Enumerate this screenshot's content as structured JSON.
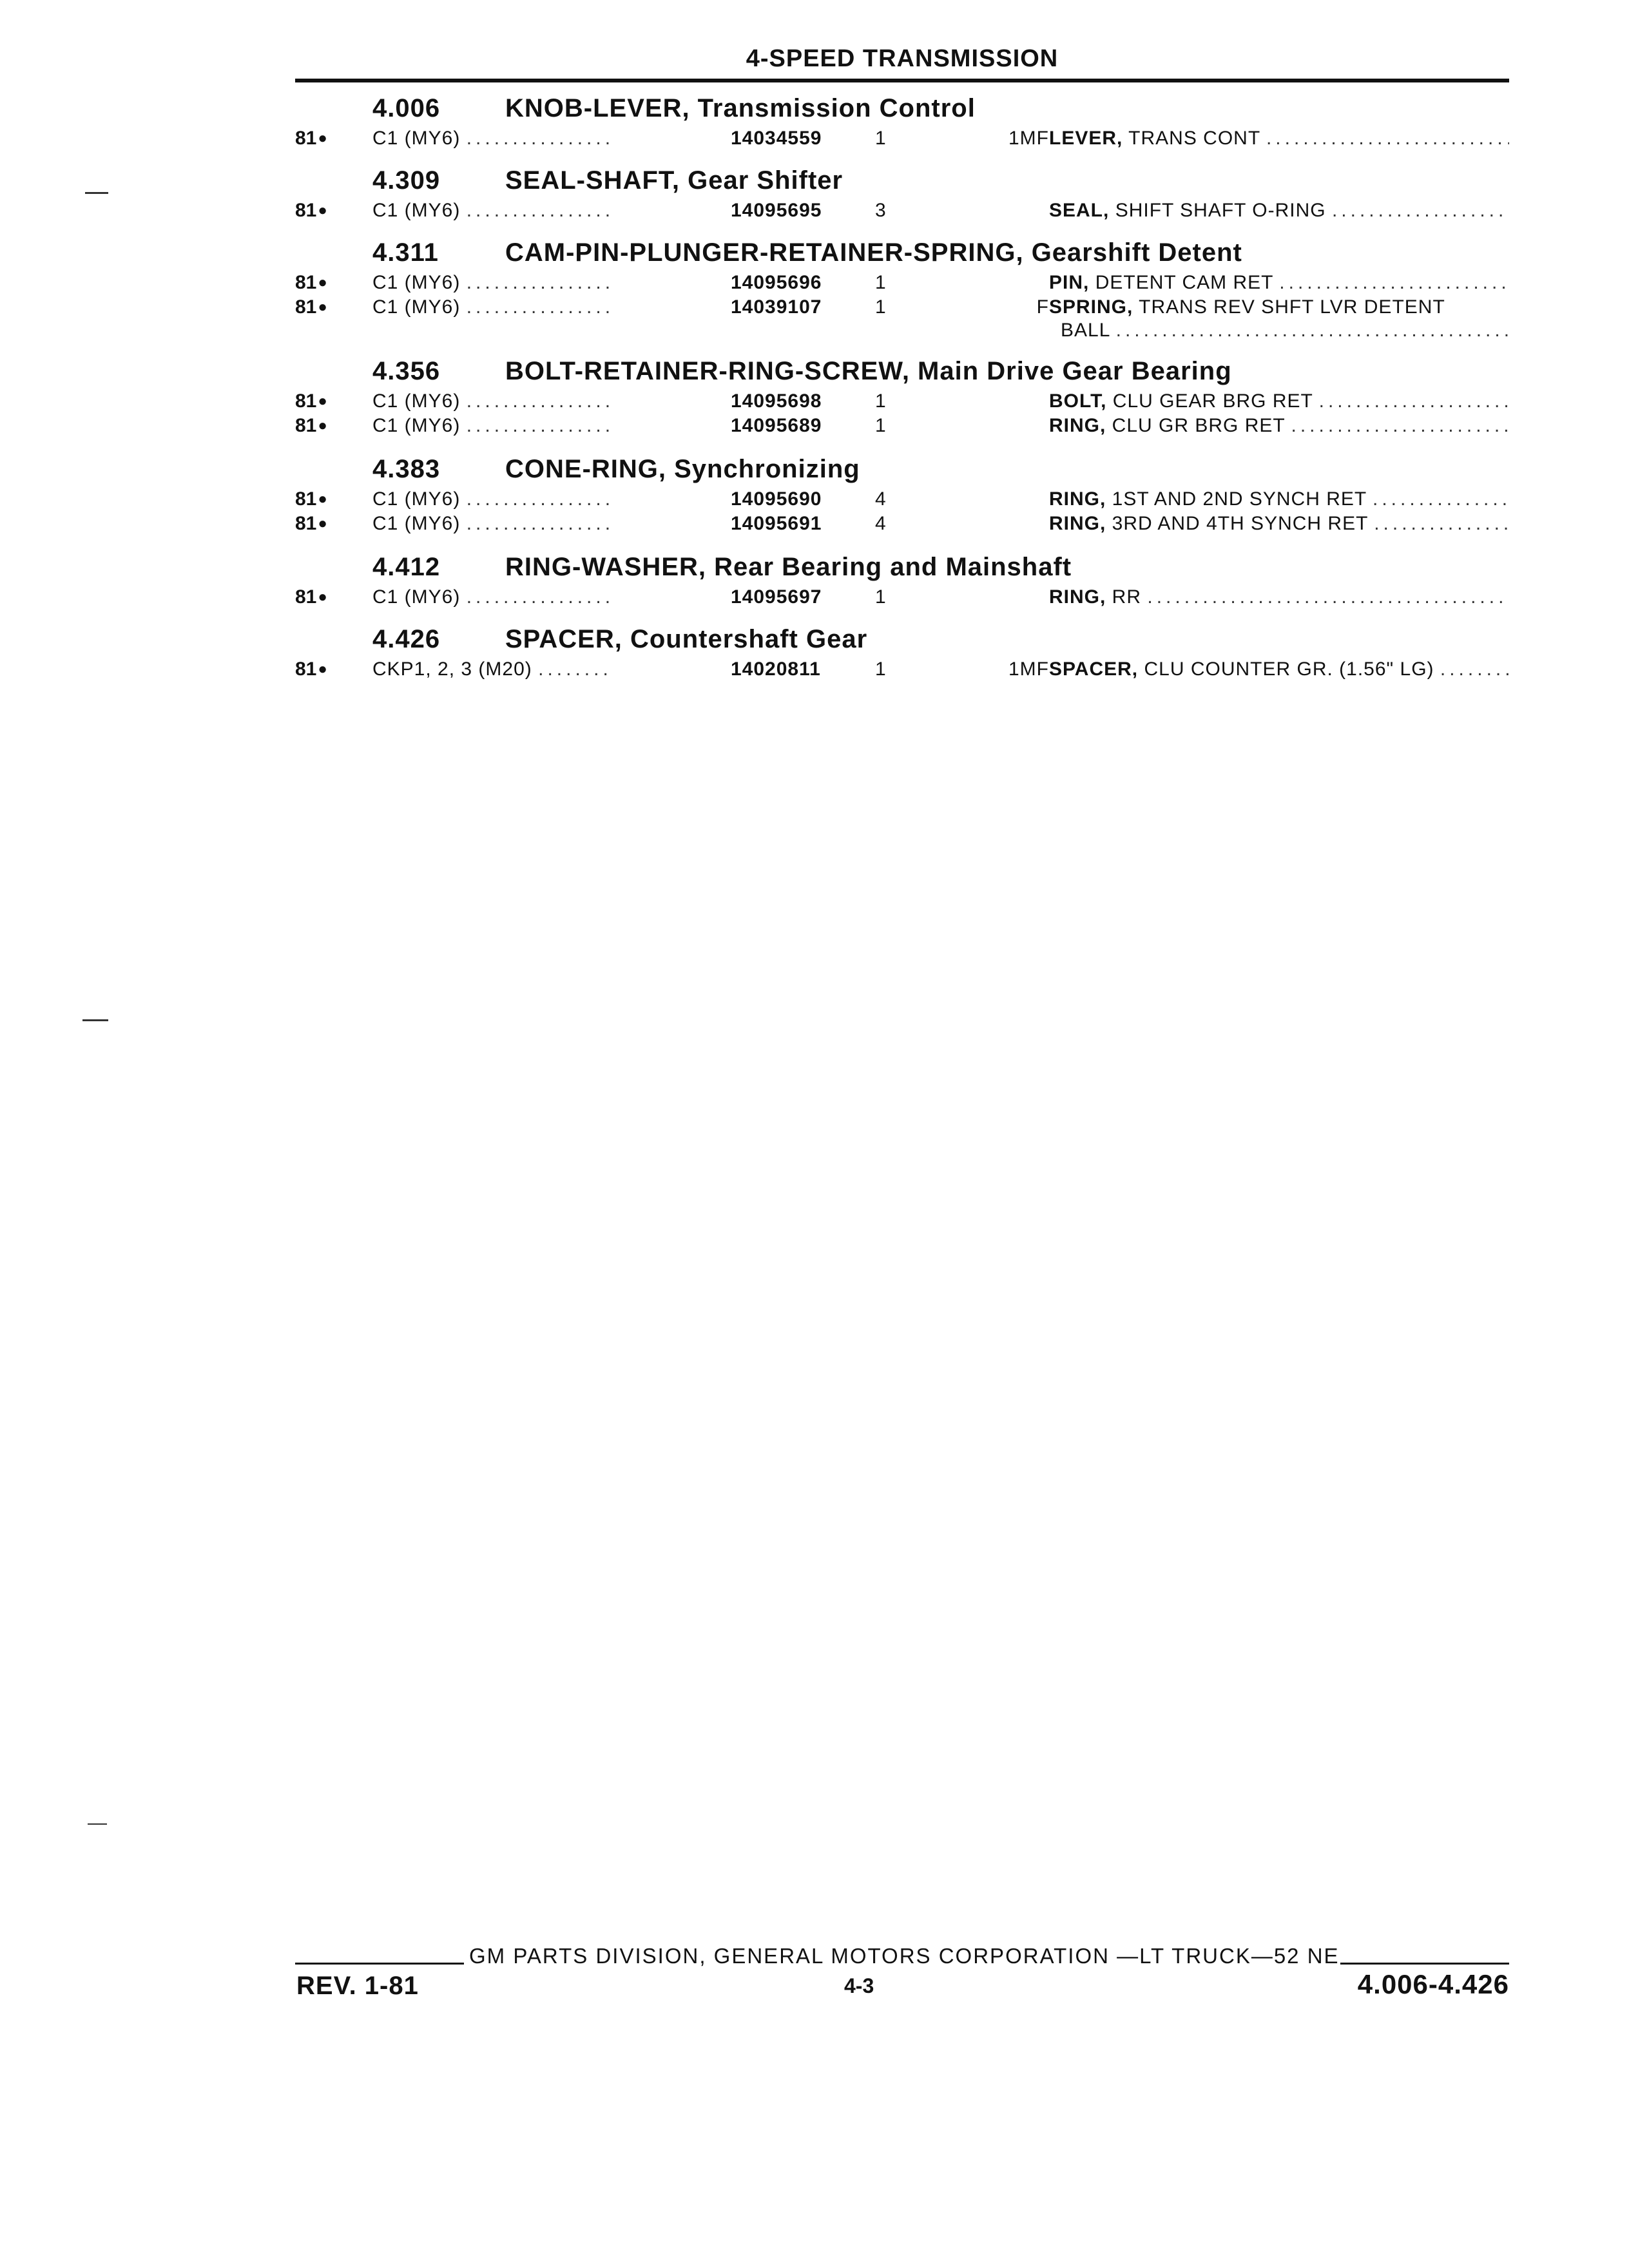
{
  "header": {
    "title": "4-SPEED TRANSMISSION"
  },
  "sections": [
    {
      "number": "4.006",
      "title": "KNOB-LEVER, Transmission Control",
      "rows": [
        {
          "year": "81",
          "model": "C1 (MY6)",
          "part": "14034559",
          "qty": "1",
          "code": "1MF",
          "desc_bold": "LEVER,",
          "desc": " TRANS CONT"
        }
      ]
    },
    {
      "number": "4.309",
      "title": "SEAL-SHAFT, Gear Shifter",
      "rows": [
        {
          "year": "81",
          "model": "C1 (MY6)",
          "part": "14095695",
          "qty": "3",
          "code": "",
          "desc_bold": "SEAL,",
          "desc": " SHIFT SHAFT O-RING"
        }
      ]
    },
    {
      "number": "4.311",
      "title": "CAM-PIN-PLUNGER-RETAINER-SPRING, Gearshift Detent",
      "rows": [
        {
          "year": "81",
          "model": "C1 (MY6)",
          "part": "14095696",
          "qty": "1",
          "code": "",
          "desc_bold": "PIN,",
          "desc": " DETENT CAM RET"
        },
        {
          "year": "81",
          "model": "C1 (MY6)",
          "part": "14039107",
          "qty": "1",
          "code": "F",
          "desc_bold": "SPRING,",
          "desc": " TRANS REV SHFT LVR DETENT",
          "desc_cont": "BALL"
        }
      ]
    },
    {
      "number": "4.356",
      "title": "BOLT-RETAINER-RING-SCREW, Main Drive Gear Bearing",
      "rows": [
        {
          "year": "81",
          "model": "C1 (MY6)",
          "part": "14095698",
          "qty": "1",
          "code": "",
          "desc_bold": "BOLT,",
          "desc": " CLU GEAR BRG RET"
        },
        {
          "year": "81",
          "model": "C1 (MY6)",
          "part": "14095689",
          "qty": "1",
          "code": "",
          "desc_bold": "RING,",
          "desc": " CLU GR BRG RET"
        }
      ]
    },
    {
      "number": "4.383",
      "title": "CONE-RING, Synchronizing",
      "rows": [
        {
          "year": "81",
          "model": "C1 (MY6)",
          "part": "14095690",
          "qty": "4",
          "code": "",
          "desc_bold": "RING,",
          "desc": " 1ST AND 2ND SYNCH RET"
        },
        {
          "year": "81",
          "model": "C1 (MY6)",
          "part": "14095691",
          "qty": "4",
          "code": "",
          "desc_bold": "RING,",
          "desc": " 3RD AND 4TH SYNCH RET"
        }
      ]
    },
    {
      "number": "4.412",
      "title": "RING-WASHER, Rear Bearing and Mainshaft",
      "rows": [
        {
          "year": "81",
          "model": "C1 (MY6)",
          "part": "14095697",
          "qty": "1",
          "code": "",
          "desc_bold": "RING,",
          "desc": " RR"
        }
      ]
    },
    {
      "number": "4.426",
      "title": "SPACER, Countershaft Gear",
      "rows": [
        {
          "year": "81",
          "model": "CKP1, 2, 3 (M20)",
          "part": "14020811",
          "qty": "1",
          "code": "1MF",
          "desc_bold": "SPACER,",
          "desc": " CLU COUNTER GR. (1.56\" LG)"
        }
      ]
    }
  ],
  "footer": {
    "publisher": "GM PARTS DIVISION, GENERAL MOTORS CORPORATION —LT TRUCK—52 NE",
    "revision": "REV. 1-81",
    "page": "4-3",
    "range": "4.006-4.426"
  }
}
